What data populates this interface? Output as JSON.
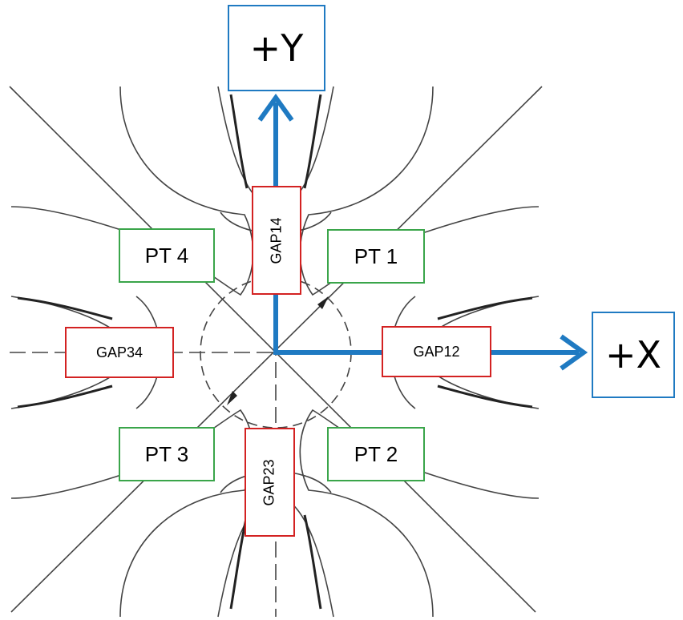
{
  "axes": {
    "y_label": "+Y",
    "x_label": "+X",
    "color": "#1f7ac2"
  },
  "points": {
    "pt1": "PT 1",
    "pt2": "PT 2",
    "pt3": "PT 3",
    "pt4": "PT 4",
    "border_color": "#3aa54a"
  },
  "gaps": {
    "gap12": "GAP12",
    "gap14": "GAP14",
    "gap23": "GAP23",
    "gap34": "GAP34",
    "border_color": "#d32222"
  }
}
